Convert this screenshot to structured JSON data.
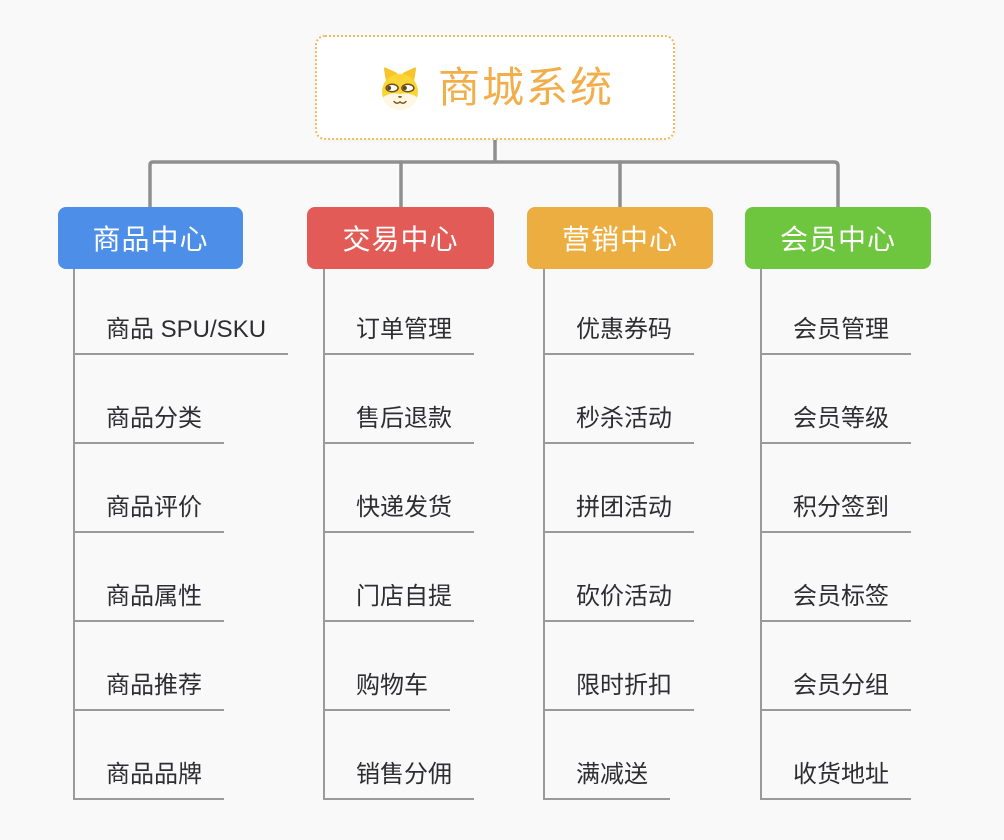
{
  "root": {
    "label": "商城系统",
    "icon": "dog-face-icon"
  },
  "branches": [
    {
      "id": "product-center",
      "label": "商品中心",
      "color": "#4D8FE8",
      "children": [
        "商品 SPU/SKU",
        "商品分类",
        "商品评价",
        "商品属性",
        "商品推荐",
        "商品品牌"
      ]
    },
    {
      "id": "trade-center",
      "label": "交易中心",
      "color": "#E25B56",
      "children": [
        "订单管理",
        "售后退款",
        "快递发货",
        "门店自提",
        "购物车",
        "销售分佣"
      ]
    },
    {
      "id": "marketing-center",
      "label": "营销中心",
      "color": "#ECAE41",
      "children": [
        "优惠券码",
        "秒杀活动",
        "拼团活动",
        "砍价活动",
        "限时折扣",
        "满减送"
      ]
    },
    {
      "id": "member-center",
      "label": "会员中心",
      "color": "#6EC53E",
      "children": [
        "会员管理",
        "会员等级",
        "积分签到",
        "会员标签",
        "会员分组",
        "收货地址"
      ]
    }
  ],
  "colors": {
    "background": "#F9F9F9",
    "connector": "#8F8F8F",
    "root_border": "#F3BA5E",
    "root_text": "#F1AE4A",
    "child_text": "#2E2E32",
    "child_line": "#9A9A9A"
  }
}
